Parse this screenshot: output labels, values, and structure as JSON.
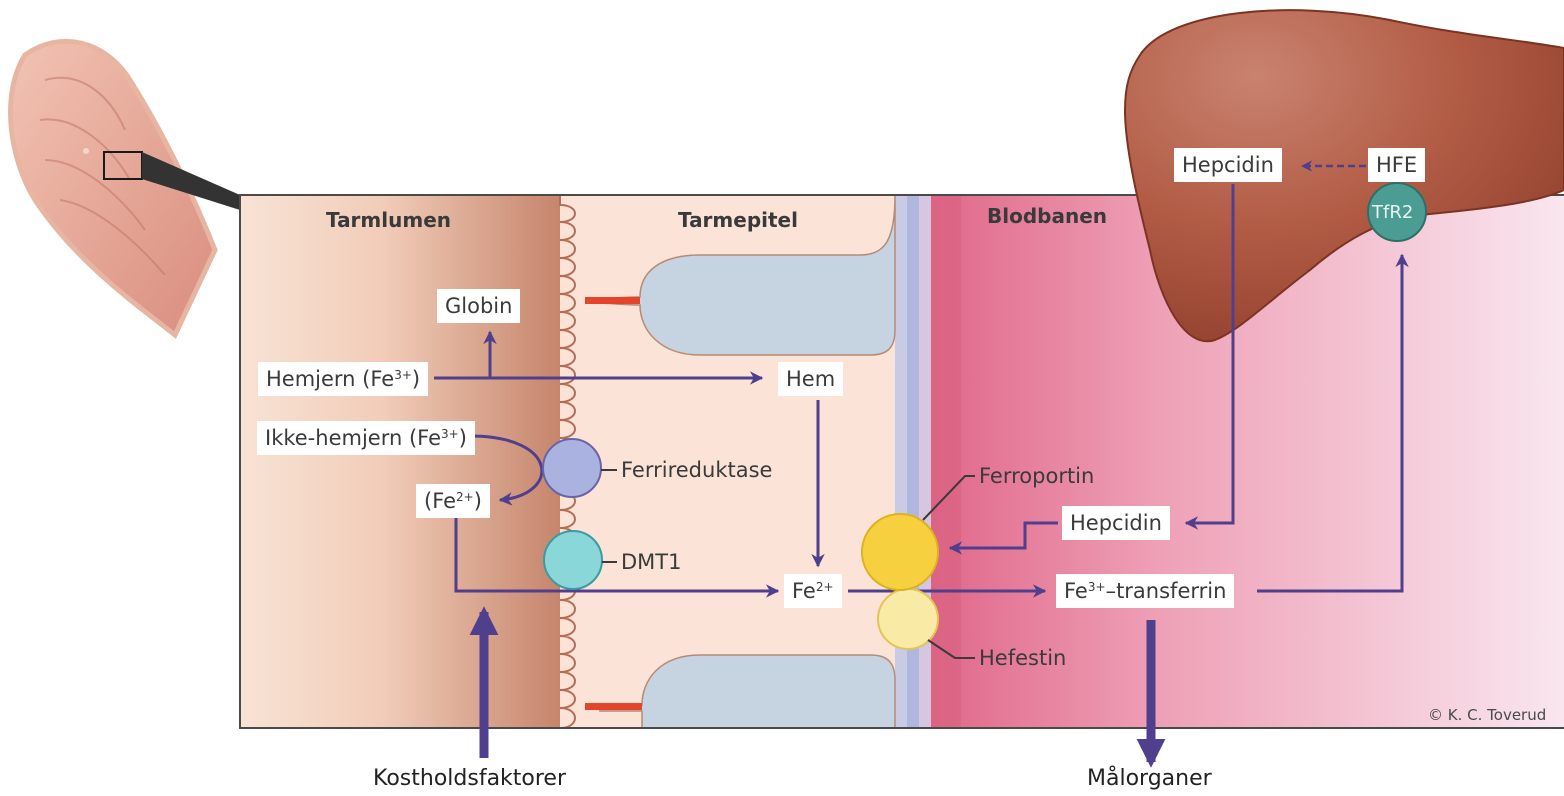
{
  "regions": {
    "lumen": "Tarmlumen",
    "epithelium": "Tarmepitel",
    "blood": "Blodbanen"
  },
  "labels": {
    "globin": "Globin",
    "heme_iron_main": "Hemjern (Fe",
    "heme_iron_sup": "3+",
    "heme_iron_close": ")",
    "nonheme_iron_main": "Ikke-hemjern (Fe",
    "nonheme_iron_sup": "3+",
    "nonheme_iron_close": ")",
    "fe2_open": "(Fe",
    "fe2_sup": "2+",
    "fe2_close": ")",
    "hem": "Hem",
    "fe2_cell_main": "Fe",
    "fe2_cell_sup": "2+",
    "transferrin_main": "Fe",
    "transferrin_sup": "3+",
    "transferrin_rest": "–transferrin",
    "hepcidin_blood": "Hepcidin",
    "hepcidin_liver": "Hepcidin",
    "hfe": "HFE",
    "tfr2": "TfR2"
  },
  "proteins": {
    "ferrireductase": "Ferrireduktase",
    "dmt1": "DMT1",
    "ferroportin": "Ferroportin",
    "hefestin": "Hefestin"
  },
  "bottom": {
    "diet": "Kostholdsfaktorer",
    "targets": "Målorganer"
  },
  "credit": "© K. C. Toverud",
  "colors": {
    "arrow": "#4f3f8c",
    "lumen_light": "#f6d9c9",
    "lumen_dark": "#c98a72",
    "epithelium": "#fbe2d6",
    "cytoplasm": "#c6d3e0",
    "membrane_blue": "#b4bcdc",
    "blood_dark": "#e26f8b",
    "blood_light": "#f8e4ee",
    "liver": "#b25c45",
    "ferrireductase": "#aab2e0",
    "dmt1": "#89d7d8",
    "ferroportin": "#f6d03f",
    "hefestin": "#f9eaa6",
    "tfr2": "#4b9c92",
    "junction": "#e2452c"
  }
}
